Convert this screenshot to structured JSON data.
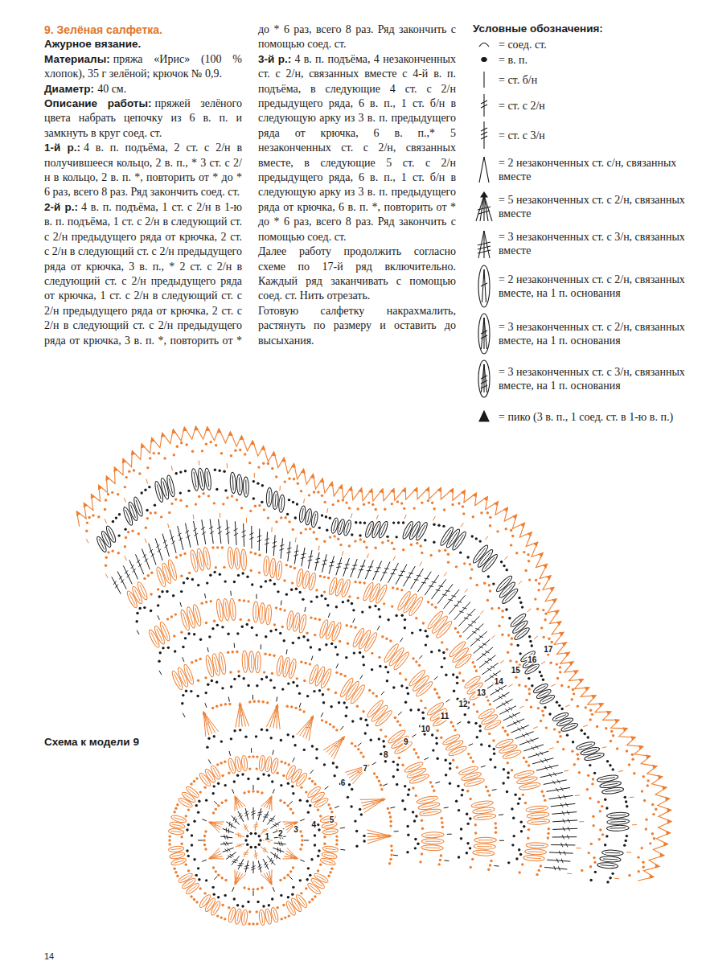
{
  "diagram": {
    "title": "9. Зелёная салфетка.",
    "caption": "Схема к модели 9",
    "labels": [
      "Ажурное вязание.",
      "Материалы:",
      "пряжа «Ирис» (100 % хлопок), 35 г зелёной; крючок № 0,9.",
      "Диаметр:",
      "40 см.",
      "Описание работы:",
      "пряжей зелёного цвета набрать цепочку из 6 в. п. и замкнуть в круг соед. ст.",
      "1-й р.:",
      "4 в. п. подъёма, 2 ст. с 2/н в получившееся кольцо, 2 в. п., * 3 ст. с 2/н в кольцо, 2 в. п. *, повторить от * до * 6 раз, всего 8 раз. Ряд закончить соед. ст.",
      "2-й р.:",
      "4 в. п. подъёма, 1 ст. с 2/н в 1-ю в. п. подъёма, 1 ст. с 2/н в следующий ст. с 2/н предыдущего ряда от крючка, 2 ст. с 2/н в следующий ст. с 2/н предыдущего ряда от крючка, 3 в. п., * 2 ст. с 2/н в следующий ст. с 2/н предыдущего ряда от крючка, 1 ст. с 2/н в следующий ст. с 2/н предыдущего ряда от крючка, 2 ст. с 2/н в следующий ст. с 2/н предыдущего ряда от крючка, 3 в. п. *, повторить от * до * 6 раз, всего 8 раз. Ряд закончить с помощью соед. ст.",
      "3-й р.:",
      "4 в. п. подъёма, 4 незаконченных ст. с 2/н, связанных вместе с 4-й в. п. подъёма, в следующие 4 ст. с 2/н предыдущего ряда, 6 в. п., 1 ст. б/н в следующую арку из 3 в. п. предыдущего ряда от крючка, 6 в. п.,* 5 незаконченных ст. с 2/н, связанных вместе, в следующие 5 ст. с 2/н предыдущего ряда, 6 в. п., 1 ст. б/н в следующую арку из 3 в. п. предыдущего ряда от крючка, 6 в. п. *, повторить от * до * 6 раз, всего 8 раз. Ряд закончить с помощью соед. ст.",
      "Далее работу продолжить согласно схеме по 17-й ряд включительно. Каждый ряд заканчивать с помощью соед. ст. Нить отрезать.",
      "Готовую салфетку накрахмалить, растянуть по размеру и оставить до высыхания.",
      "Условные обозначения:",
      "1",
      "2",
      "3",
      "4",
      "5",
      "6",
      "7",
      "8",
      "9",
      "10",
      "11",
      "12",
      "13",
      "14",
      "15",
      "16",
      "17",
      "14"
    ],
    "legend": [
      {
        "text": "= соед. ст."
      },
      {
        "text": "= в. п."
      },
      {
        "text": "= ст. б/н"
      },
      {
        "text": "= ст. с 2/н"
      },
      {
        "text": "= ст. с 3/н"
      },
      {
        "text": "= 2 незаконченных ст. с/н, связанных вместе"
      },
      {
        "text": "= 5 незаконченных ст. с 2/н, связанных вместе"
      },
      {
        "text": "= 3 незаконченных ст. с 3/н, связанных вместе"
      },
      {
        "text": "= 2 незаконченных ст. с 2/н, связанных вместе, на 1 п. основания"
      },
      {
        "text": "= 3 незаконченных ст. с 2/н, связанных вместе, на 1 п. основания"
      },
      {
        "text": "= 3 незаконченных ст. с 3/н, связанных вместе, на 1 п. основания"
      },
      {
        "text": "= пико (3 в. п., 1 соед. ст. в 1-ю в. п.)"
      }
    ]
  }
}
